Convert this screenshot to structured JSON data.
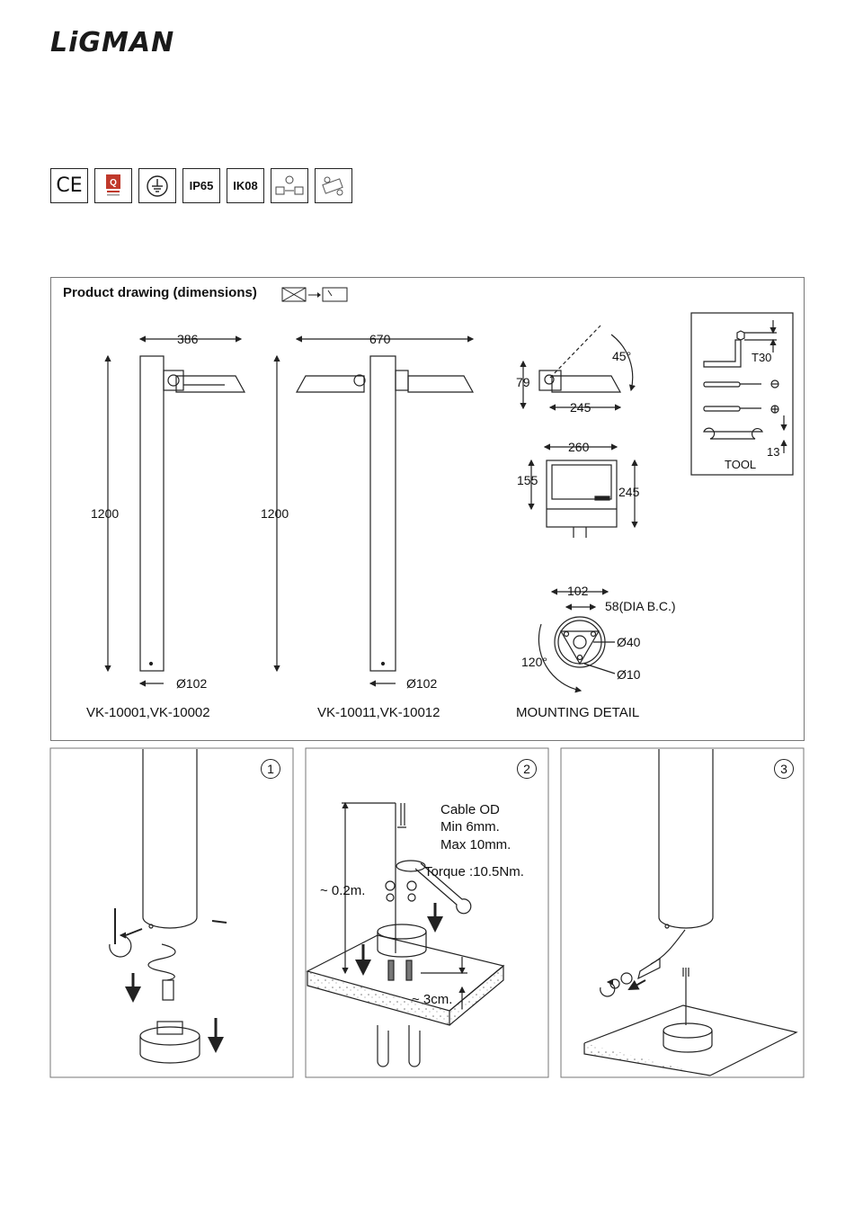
{
  "brand": "LiGMAN",
  "certifications": [
    "CE",
    "IP65",
    "IK08"
  ],
  "dimensions_panel": {
    "title": "Product drawing (dimensions)",
    "single": {
      "width": "386",
      "height": "1200",
      "diameter": "Ø102",
      "models": "VK-10001,VK-10002"
    },
    "double": {
      "width": "670",
      "height": "1200",
      "diameter": "Ø102",
      "models": "VK-10011,VK-10012"
    },
    "head": {
      "angle": "45°",
      "height": "79",
      "length": "245"
    },
    "front": {
      "width": "260",
      "inner_height": "155",
      "height": "245"
    },
    "mounting": {
      "outer": "102",
      "bolt_circle": "58(DIA B.C.)",
      "hole_large": "Ø40",
      "hole_small": "Ø10",
      "angle": "120°",
      "caption": "MOUNTING DETAIL"
    },
    "tools": {
      "hex_size": "T30",
      "wrench_size": "13",
      "label": "TOOL"
    }
  },
  "steps": [
    {
      "number": "1"
    },
    {
      "number": "2",
      "cable_title": "Cable OD",
      "cable_min": "Min 6mm.",
      "cable_max": "Max 10mm.",
      "torque": "Torque :10.5Nm.",
      "depth_above": "~ 0.2m.",
      "depth_below": "~ 3cm."
    },
    {
      "number": "3"
    }
  ]
}
